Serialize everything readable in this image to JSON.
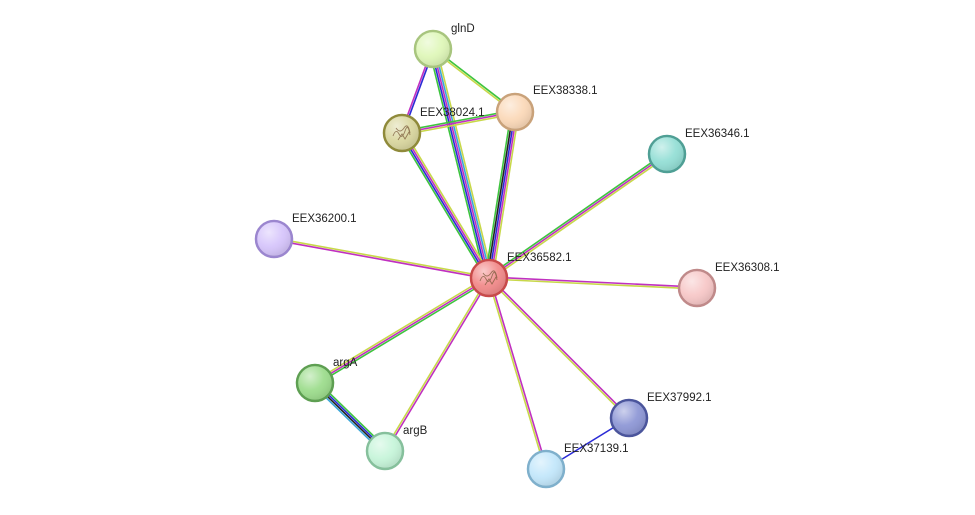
{
  "network": {
    "center_node": "EEX36582.1",
    "nodes": [
      {
        "id": "EEX36582.1",
        "label": "EEX36582.1",
        "fill": "#f28b8b",
        "stroke": "#c84a4a",
        "has_structure": true
      },
      {
        "id": "glnD",
        "label": "glnD",
        "fill": "#dff7b9",
        "stroke": "#a8c57e",
        "has_structure": false
      },
      {
        "id": "EEX38024.1",
        "label": "EEX38024.1",
        "fill": "#dad7a0",
        "stroke": "#8f8a3a",
        "has_structure": true
      },
      {
        "id": "EEX38338.1",
        "label": "EEX38338.1",
        "fill": "#fbd9b9",
        "stroke": "#c9a27a",
        "has_structure": false
      },
      {
        "id": "EEX36346.1",
        "label": "EEX36346.1",
        "fill": "#95dfd6",
        "stroke": "#4f9f95",
        "has_structure": false
      },
      {
        "id": "EEX36200.1",
        "label": "EEX36200.1",
        "fill": "#d6c5fb",
        "stroke": "#9b86cf",
        "has_structure": false
      },
      {
        "id": "EEX36308.1",
        "label": "EEX36308.1",
        "fill": "#f7c8c8",
        "stroke": "#c08a8a",
        "has_structure": false
      },
      {
        "id": "argA",
        "label": "argA",
        "fill": "#9edd8e",
        "stroke": "#5e9f52",
        "has_structure": false
      },
      {
        "id": "argB",
        "label": "argB",
        "fill": "#c7f5da",
        "stroke": "#86c09c",
        "has_structure": false
      },
      {
        "id": "EEX37992.1",
        "label": "EEX37992.1",
        "fill": "#8f98d6",
        "stroke": "#4b559c",
        "has_structure": false
      },
      {
        "id": "EEX37139.1",
        "label": "EEX37139.1",
        "fill": "#c3e7fb",
        "stroke": "#7fb0cc",
        "has_structure": false
      }
    ],
    "edges": [
      {
        "source": "EEX36582.1",
        "target": "glnD",
        "colors": [
          "#3ec43e",
          "#2b2bd6",
          "#c030c0",
          "#3aa6d8",
          "#c8d84a"
        ]
      },
      {
        "source": "EEX36582.1",
        "target": "EEX38024.1",
        "colors": [
          "#3ec43e",
          "#2b2bd6",
          "#c030c0",
          "#c8d84a"
        ]
      },
      {
        "source": "EEX36582.1",
        "target": "EEX38338.1",
        "colors": [
          "#3ec43e",
          "#222222",
          "#2b2bd6",
          "#c030c0",
          "#c8d84a"
        ]
      },
      {
        "source": "EEX36582.1",
        "target": "EEX36346.1",
        "colors": [
          "#3ec43e",
          "#c030c0",
          "#c8d84a"
        ]
      },
      {
        "source": "EEX36582.1",
        "target": "EEX36200.1",
        "colors": [
          "#c030c0",
          "#c8d84a"
        ]
      },
      {
        "source": "EEX36582.1",
        "target": "EEX36308.1",
        "colors": [
          "#c030c0",
          "#c8d84a"
        ]
      },
      {
        "source": "EEX36582.1",
        "target": "argA",
        "colors": [
          "#3ec43e",
          "#c030c0",
          "#c8d84a"
        ]
      },
      {
        "source": "EEX36582.1",
        "target": "argB",
        "colors": [
          "#c030c0",
          "#c8d84a"
        ]
      },
      {
        "source": "EEX36582.1",
        "target": "EEX37992.1",
        "colors": [
          "#c030c0",
          "#c8d84a"
        ]
      },
      {
        "source": "EEX36582.1",
        "target": "EEX37139.1",
        "colors": [
          "#c030c0",
          "#c8d84a"
        ]
      },
      {
        "source": "glnD",
        "target": "EEX38024.1",
        "colors": [
          "#2b2bd6",
          "#c030c0"
        ]
      },
      {
        "source": "glnD",
        "target": "EEX38338.1",
        "colors": [
          "#3ec43e",
          "#c8d84a"
        ]
      },
      {
        "source": "EEX38024.1",
        "target": "EEX38338.1",
        "colors": [
          "#3ec43e",
          "#c030c0",
          "#c8d84a"
        ]
      },
      {
        "source": "argA",
        "target": "argB",
        "colors": [
          "#3ec43e",
          "#2b2bd6",
          "#222222",
          "#3aa6d8"
        ]
      },
      {
        "source": "EEX37992.1",
        "target": "EEX37139.1",
        "colors": [
          "#2b2bd6"
        ]
      }
    ]
  }
}
